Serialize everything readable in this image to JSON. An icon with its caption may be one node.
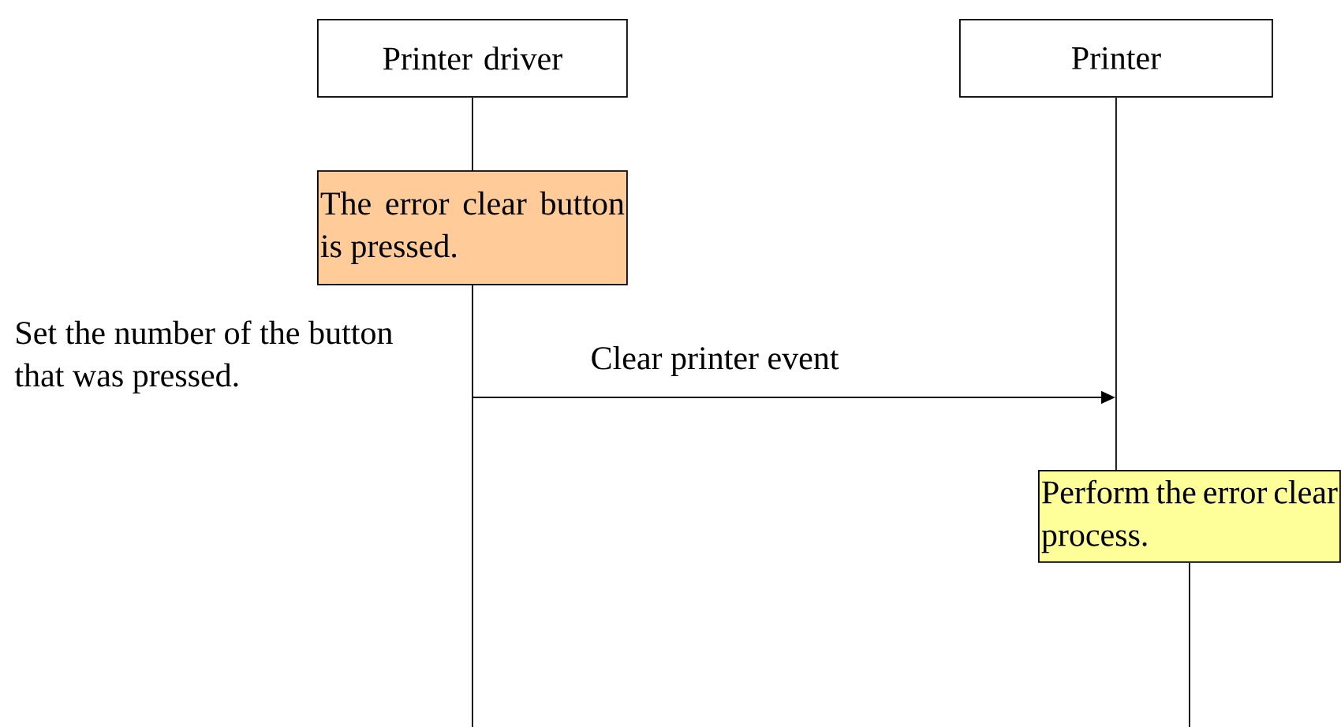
{
  "diagram": {
    "nodes": [
      {
        "text": [
          "Printer driver"
        ]
      },
      {
        "text": [
          "Printer"
        ]
      },
      {
        "text": [
          "The error clear button is pressed."
        ]
      },
      {
        "text": [
          "Perform the error clear process."
        ]
      }
    ],
    "edges": [
      {
        "from": 0,
        "to": 2,
        "arrow": "none"
      },
      {
        "from": 1,
        "to": 3,
        "arrow": "none"
      },
      {
        "from": 2,
        "to": null,
        "arrow": "to",
        "label": "Clear printer event"
      },
      {
        "from": 2,
        "to": null,
        "arrow": "none"
      },
      {
        "from": 3,
        "to": null,
        "arrow": "none"
      }
    ],
    "labels": [
      "Set the number of the button that was pressed."
    ]
  }
}
